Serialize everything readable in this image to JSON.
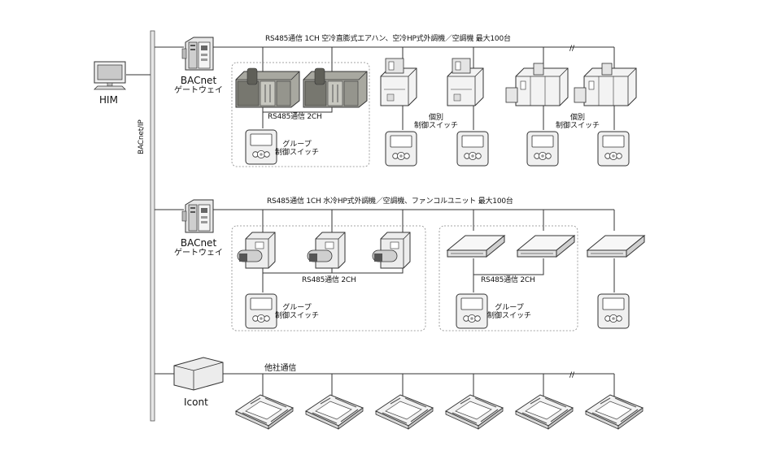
{
  "nodes": {
    "him": "HIM",
    "gateway_1_line1": "BACnet",
    "gateway_1_line2": "ゲートウェイ",
    "gateway_2_line1": "BACnet",
    "gateway_2_line2": "ゲートウェイ",
    "icont": "Icont",
    "bus_label": "BACnet/IP"
  },
  "section1": {
    "bus_title": "RS485通信 1CH 空冷直膨式エアハン、空冷HP式外調機／空調機 最大100台",
    "group_ch": "RS485通信 2CH",
    "group_switch_line1": "グループ",
    "group_switch_line2": "制御スイッチ",
    "indiv_1_line1": "個別",
    "indiv_1_line2": "制御スイッチ",
    "indiv_2_line1": "個別",
    "indiv_2_line2": "制御スイッチ"
  },
  "section2": {
    "bus_title": "RS485通信 1CH 水冷HP式外調機／空調機、ファンコルユニット 最大100台",
    "group_a_ch": "RS485通信 2CH",
    "group_a_switch_line1": "グループ",
    "group_a_switch_line2": "制御スイッチ",
    "group_b_ch": "RS485通信 2CH",
    "group_b_switch_line1": "グループ",
    "group_b_switch_line2": "制御スイッチ"
  },
  "section3": {
    "bus_title": "他社通信"
  },
  "colors": {
    "line": "#333333",
    "device_fill": "#d9d9d9",
    "device_dark": "#8a8a82",
    "dashed_box": "#888888"
  },
  "icons": [
    "pc-monitor-icon",
    "gateway-icon",
    "machine-icon",
    "ahu-icon",
    "outdoor-unit-icon",
    "ceiling-cassette-icon",
    "remote-switch-icon",
    "icont-box-icon"
  ]
}
